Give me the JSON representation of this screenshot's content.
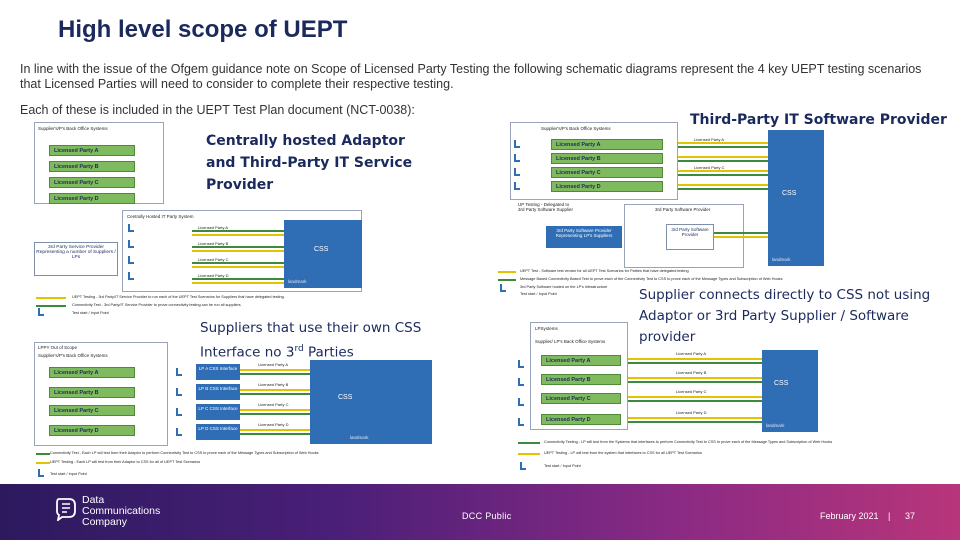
{
  "slide": {
    "title": "High level scope of UEPT",
    "intro": "In line with the issue of the Ofgem guidance note on Scope of Licensed Party Testing the following schematic diagrams represent the 4 key UEPT testing scenarios that Licensed Parties will need to consider to complete their respective testing.",
    "subintro": "Each of these is included in the UEPT Test Plan document (NCT-0038):"
  },
  "captions": {
    "adaptor_line1": "Centrally hosted Adaptor",
    "adaptor_line2": "and Third-Party IT Service",
    "adaptor_line3": "Provider",
    "third_party": "Third-Party IT Software Provider",
    "direct_line1": "Supplier connects directly to CSS not using",
    "direct_line2": "Adaptor or 3rd Party Supplier / Software",
    "direct_line3": "provider",
    "own_css_line1": "Suppliers that use their own CSS",
    "own_css_line2_pre": "Interface no 3",
    "own_css_line2_sup": "rd",
    "own_css_line2_post": " Parties"
  },
  "diagram_common": {
    "css_label": "CSS",
    "logo_text": "landmark",
    "licensed_parties": [
      "Licensed Party A",
      "Licensed Party B",
      "Licensed Party C",
      "Licensed Party D"
    ],
    "test_start": "Test start / Input Point"
  },
  "diagram_adaptor": {
    "header": "Supplier's/P's Back Office Systems",
    "hosted_header": "Centrally Hosted IT Party System",
    "tp_service": "3rd Party Service Provider Representing a number of Suppliers / LPs",
    "lp_lines": [
      "Licensed Party A",
      "Licensed Party B",
      "Licensed Party C",
      "Licensed Party D"
    ],
    "legend": [
      "UEPT Testing - 3rd Party/IT Service Provider to run each of the UEPT Test Scenarios for Suppliers that have delegated testing.",
      "Connectivity Test - 3rd Party/IT Service Provider to prove connectivity testing can be run all suppliers"
    ]
  },
  "diagram_third": {
    "header": "Supplier's/P's Back Office Systems",
    "tp_header": "3rd Party Software Provider",
    "tp_testing": "UP Testing - Delegated to 3rd Party Software Supplier",
    "block_blue": "3rd Party Software Provider Representing LP's Suppliers",
    "block_white": "3rd Party Software Provider",
    "legend": [
      "UEPT Test - Software test vendor for all UEPT Test Scenarios for Parties that have delegated testing",
      "Message Based Connectivity Based Test to prove each of the Connectivity Test to CSS to prove each of the Message Types and Subscription of Web Hooks",
      "3rd Party Software hosted on the LP's Infrastructure"
    ]
  },
  "diagram_own": {
    "header": "Supplier's/P's Back Office Systems",
    "scope": "LPPY Out of Scope",
    "interfaces": [
      "LP A CSS Interface",
      "LP B CSS Interface",
      "LP C CSS Interface",
      "LP D CSS Interface"
    ],
    "legend": [
      "Connectivity Test - Each LP will test from their Adaptor to perform Connectivity Test to CSS to prove each of the Message Types and Subscription of Web Hooks",
      "UEPT Testing - Each LP will test from their Adaptor to CSS for all of UEPT Test Scenarios"
    ]
  },
  "diagram_direct": {
    "header": "LPSystems",
    "sub_header": "Supplier/ LP's Back Office Systems",
    "legend": [
      "Connectivity Testing - LP will test from the Systems that interfaces to perform Connectivity Test to CSS to prove each of the Message Types and Subscription of Web Hooks",
      "UEPT Testing - LP will test from the system that interfaces to CSS for all UEPT Test Scenarios"
    ]
  },
  "footer": {
    "company_line1": "Data",
    "company_line2": "Communications",
    "company_line3": "Company",
    "classification": "DCC Public",
    "date": "February 2021",
    "separator": "|",
    "page": "37"
  },
  "colors": {
    "title": "#1b2a5c",
    "css_blue": "#2f6db5",
    "lp_green": "#7fba5f",
    "footer_start": "#2c1a5e",
    "footer_end": "#b8357a"
  }
}
